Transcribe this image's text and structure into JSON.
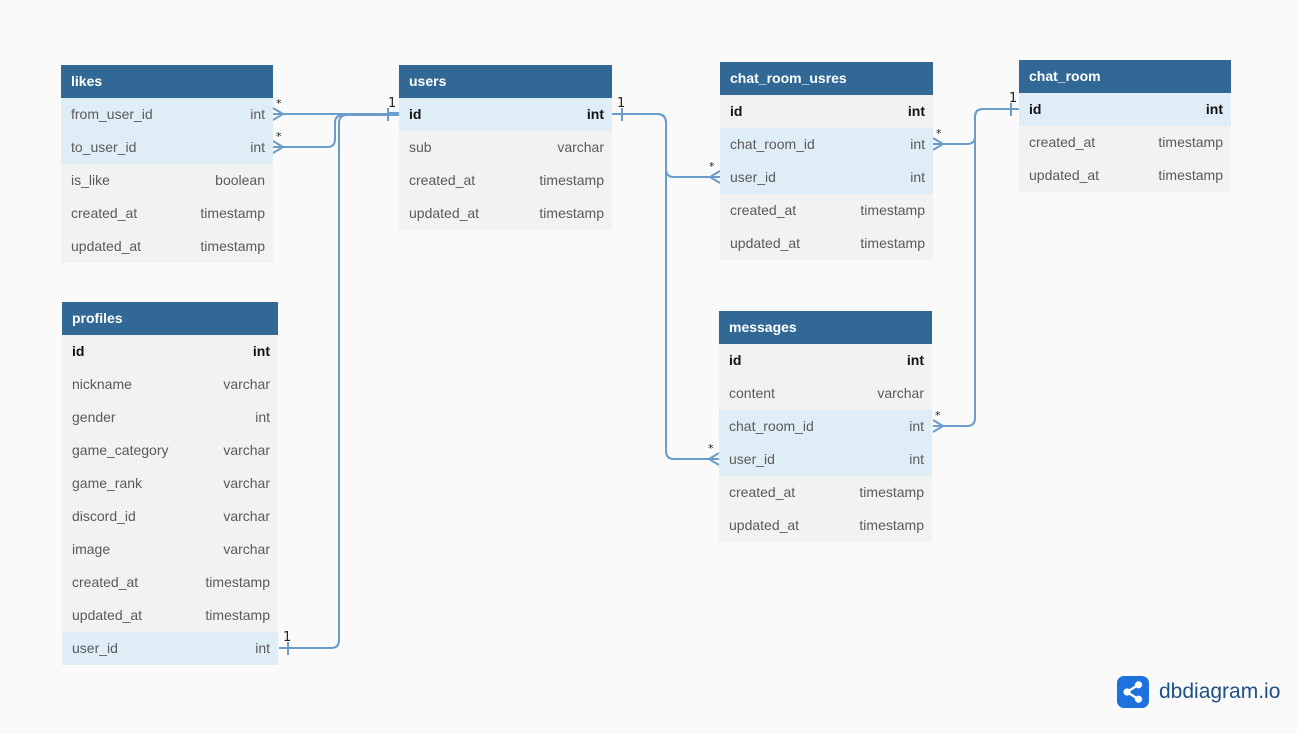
{
  "tables": {
    "likes": {
      "name": "likes",
      "fields": [
        {
          "name": "from_user_id",
          "type": "int"
        },
        {
          "name": "to_user_id",
          "type": "int"
        },
        {
          "name": "is_like",
          "type": "boolean"
        },
        {
          "name": "created_at",
          "type": "timestamp"
        },
        {
          "name": "updated_at",
          "type": "timestamp"
        }
      ]
    },
    "users": {
      "name": "users",
      "fields": [
        {
          "name": "id",
          "type": "int"
        },
        {
          "name": "sub",
          "type": "varchar"
        },
        {
          "name": "created_at",
          "type": "timestamp"
        },
        {
          "name": "updated_at",
          "type": "timestamp"
        }
      ]
    },
    "chat_room_usres": {
      "name": "chat_room_usres",
      "fields": [
        {
          "name": "id",
          "type": "int"
        },
        {
          "name": "chat_room_id",
          "type": "int"
        },
        {
          "name": "user_id",
          "type": "int"
        },
        {
          "name": "created_at",
          "type": "timestamp"
        },
        {
          "name": "updated_at",
          "type": "timestamp"
        }
      ]
    },
    "chat_room": {
      "name": "chat_room",
      "fields": [
        {
          "name": "id",
          "type": "int"
        },
        {
          "name": "created_at",
          "type": "timestamp"
        },
        {
          "name": "updated_at",
          "type": "timestamp"
        }
      ]
    },
    "profiles": {
      "name": "profiles",
      "fields": [
        {
          "name": "id",
          "type": "int"
        },
        {
          "name": "nickname",
          "type": "varchar"
        },
        {
          "name": "gender",
          "type": "int"
        },
        {
          "name": "game_category",
          "type": "varchar"
        },
        {
          "name": "game_rank",
          "type": "varchar"
        },
        {
          "name": "discord_id",
          "type": "varchar"
        },
        {
          "name": "image",
          "type": "varchar"
        },
        {
          "name": "created_at",
          "type": "timestamp"
        },
        {
          "name": "updated_at",
          "type": "timestamp"
        },
        {
          "name": "user_id",
          "type": "int"
        }
      ]
    },
    "messages": {
      "name": "messages",
      "fields": [
        {
          "name": "id",
          "type": "int"
        },
        {
          "name": "content",
          "type": "varchar"
        },
        {
          "name": "chat_room_id",
          "type": "int"
        },
        {
          "name": "user_id",
          "type": "int"
        },
        {
          "name": "created_at",
          "type": "timestamp"
        },
        {
          "name": "updated_at",
          "type": "timestamp"
        }
      ]
    }
  },
  "relationships": [
    {
      "from": "likes.from_user_id",
      "to": "users.id",
      "from_card": "*",
      "to_card": "1"
    },
    {
      "from": "likes.to_user_id",
      "to": "users.id",
      "from_card": "*",
      "to_card": "1"
    },
    {
      "from": "profiles.user_id",
      "to": "users.id",
      "from_card": "1",
      "to_card": "1"
    },
    {
      "from": "chat_room_usres.user_id",
      "to": "users.id",
      "from_card": "*",
      "to_card": "1"
    },
    {
      "from": "messages.user_id",
      "to": "users.id",
      "from_card": "*",
      "to_card": "1"
    },
    {
      "from": "chat_room_usres.chat_room_id",
      "to": "chat_room.id",
      "from_card": "*",
      "to_card": "1"
    },
    {
      "from": "messages.chat_room_id",
      "to": "chat_room.id",
      "from_card": "*",
      "to_card": "1"
    }
  ],
  "colors": {
    "header": "#316896",
    "connector": "#6a9dcb",
    "linked_row": "#dfedf6",
    "body": "#f2f2f2"
  },
  "brand": {
    "text": "dbdiagram.io",
    "icon": "share-icon"
  }
}
